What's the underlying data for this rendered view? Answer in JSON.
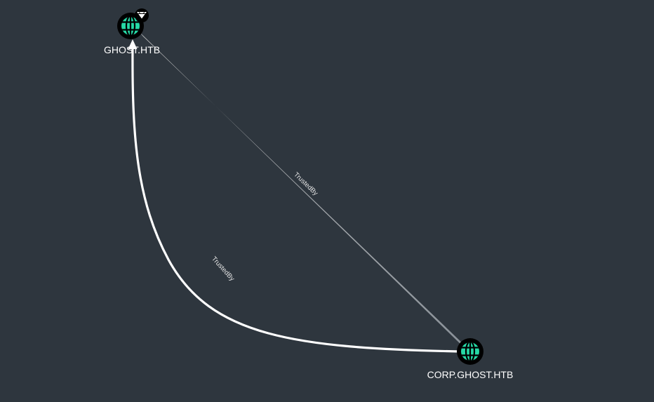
{
  "graph": {
    "background_color": "#2e363e",
    "nodes": [
      {
        "id": "ghost",
        "label": "GHOST.HTB",
        "icon": "globe-icon",
        "badge": "crown-badge-icon",
        "fill_color": "#26d9a6",
        "ring_color": "#000000"
      },
      {
        "id": "corp",
        "label": "CORP.GHOST.HTB",
        "icon": "globe-icon",
        "fill_color": "#26d9a6",
        "ring_color": "#000000"
      }
    ],
    "edges": [
      {
        "id": "edge-straight",
        "label": "TrustedBy",
        "from": "ghost",
        "to": "corp",
        "color": "#c8c8c8"
      },
      {
        "id": "edge-curved",
        "label": "TrustedBy",
        "from": "corp",
        "to": "ghost",
        "color": "#ffffff"
      }
    ]
  }
}
